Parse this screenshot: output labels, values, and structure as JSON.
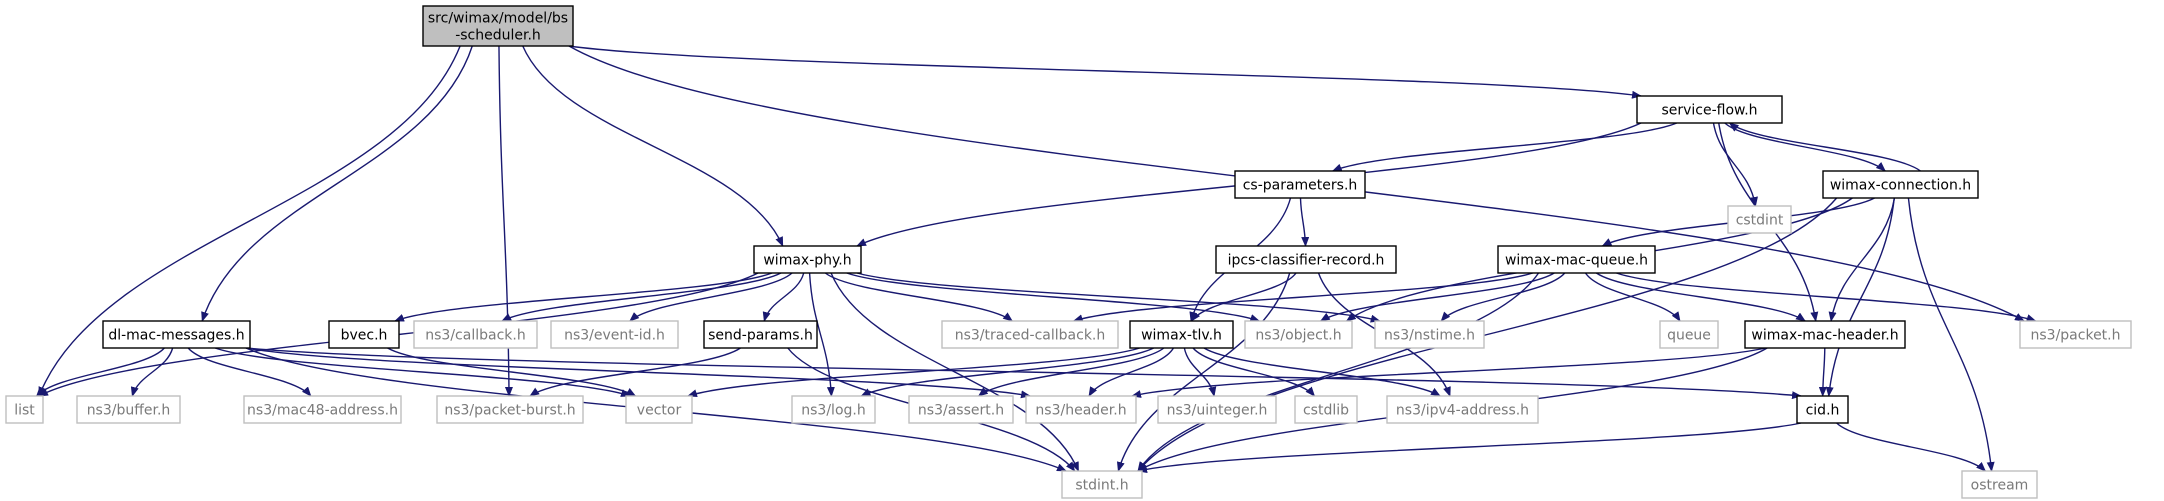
{
  "colors": {
    "edge": "#191970",
    "focus_fill": "#bfbfbf",
    "node_border": "#000000",
    "missing_border": "#bfbfbf"
  },
  "nodes": [
    {
      "id": "bs-scheduler",
      "lines": [
        "src/wimax/model/bs",
        "-scheduler.h"
      ],
      "kind": "focus"
    },
    {
      "id": "service-flow",
      "lines": [
        "service-flow.h"
      ],
      "kind": "normal"
    },
    {
      "id": "wimax-connection",
      "lines": [
        "wimax-connection.h"
      ],
      "kind": "normal"
    },
    {
      "id": "cs-parameters",
      "lines": [
        "cs-parameters.h"
      ],
      "kind": "normal"
    },
    {
      "id": "cstdint",
      "lines": [
        "cstdint"
      ],
      "kind": "missing"
    },
    {
      "id": "wimax-phy",
      "lines": [
        "wimax-phy.h"
      ],
      "kind": "normal"
    },
    {
      "id": "ipcs-classifier-record",
      "lines": [
        "ipcs-classifier-record.h"
      ],
      "kind": "normal"
    },
    {
      "id": "wimax-mac-queue",
      "lines": [
        "wimax-mac-queue.h"
      ],
      "kind": "normal"
    },
    {
      "id": "dl-mac-messages",
      "lines": [
        "dl-mac-messages.h"
      ],
      "kind": "normal"
    },
    {
      "id": "bvec",
      "lines": [
        "bvec.h"
      ],
      "kind": "normal"
    },
    {
      "id": "callback",
      "lines": [
        "ns3/callback.h"
      ],
      "kind": "missing"
    },
    {
      "id": "event-id",
      "lines": [
        "ns3/event-id.h"
      ],
      "kind": "missing"
    },
    {
      "id": "send-params",
      "lines": [
        "send-params.h"
      ],
      "kind": "normal"
    },
    {
      "id": "traced-callback",
      "lines": [
        "ns3/traced-callback.h"
      ],
      "kind": "missing"
    },
    {
      "id": "wimax-tlv",
      "lines": [
        "wimax-tlv.h"
      ],
      "kind": "normal"
    },
    {
      "id": "object",
      "lines": [
        "ns3/object.h"
      ],
      "kind": "missing"
    },
    {
      "id": "nstime",
      "lines": [
        "ns3/nstime.h"
      ],
      "kind": "missing"
    },
    {
      "id": "queue",
      "lines": [
        "queue"
      ],
      "kind": "missing"
    },
    {
      "id": "wimax-mac-header",
      "lines": [
        "wimax-mac-header.h"
      ],
      "kind": "normal"
    },
    {
      "id": "packet",
      "lines": [
        "ns3/packet.h"
      ],
      "kind": "missing"
    },
    {
      "id": "list",
      "lines": [
        "list"
      ],
      "kind": "missing"
    },
    {
      "id": "buffer",
      "lines": [
        "ns3/buffer.h"
      ],
      "kind": "missing"
    },
    {
      "id": "mac48-address",
      "lines": [
        "ns3/mac48-address.h"
      ],
      "kind": "missing"
    },
    {
      "id": "packet-burst",
      "lines": [
        "ns3/packet-burst.h"
      ],
      "kind": "missing"
    },
    {
      "id": "vector",
      "lines": [
        "vector"
      ],
      "kind": "missing"
    },
    {
      "id": "log",
      "lines": [
        "ns3/log.h"
      ],
      "kind": "missing"
    },
    {
      "id": "assert",
      "lines": [
        "ns3/assert.h"
      ],
      "kind": "missing"
    },
    {
      "id": "header",
      "lines": [
        "ns3/header.h"
      ],
      "kind": "missing"
    },
    {
      "id": "uinteger",
      "lines": [
        "ns3/uinteger.h"
      ],
      "kind": "missing"
    },
    {
      "id": "cstdlib",
      "lines": [
        "cstdlib"
      ],
      "kind": "missing"
    },
    {
      "id": "ipv4-address",
      "lines": [
        "ns3/ipv4-address.h"
      ],
      "kind": "missing"
    },
    {
      "id": "cid",
      "lines": [
        "cid.h"
      ],
      "kind": "normal"
    },
    {
      "id": "stdint",
      "lines": [
        "stdint.h"
      ],
      "kind": "missing"
    },
    {
      "id": "ostream",
      "lines": [
        "ostream"
      ],
      "kind": "missing"
    }
  ],
  "edges": [
    [
      "bs-scheduler",
      "service-flow"
    ],
    [
      "bs-scheduler",
      "list"
    ],
    [
      "bs-scheduler",
      "dl-mac-messages"
    ],
    [
      "bs-scheduler",
      "packet-burst"
    ],
    [
      "bs-scheduler",
      "wimax-phy"
    ],
    [
      "bs-scheduler",
      "packet"
    ],
    [
      "service-flow",
      "wimax-connection"
    ],
    [
      "service-flow",
      "cs-parameters"
    ],
    [
      "service-flow",
      "cstdint"
    ],
    [
      "service-flow",
      "wimax-phy"
    ],
    [
      "service-flow",
      "wimax-mac-header"
    ],
    [
      "wimax-connection",
      "service-flow"
    ],
    [
      "wimax-connection",
      "wimax-mac-queue"
    ],
    [
      "wimax-connection",
      "object"
    ],
    [
      "wimax-connection",
      "wimax-mac-header"
    ],
    [
      "wimax-connection",
      "cid"
    ],
    [
      "wimax-connection",
      "stdint"
    ],
    [
      "wimax-connection",
      "ostream"
    ],
    [
      "cs-parameters",
      "ipcs-classifier-record"
    ],
    [
      "cs-parameters",
      "wimax-tlv"
    ],
    [
      "ipcs-classifier-record",
      "wimax-tlv"
    ],
    [
      "ipcs-classifier-record",
      "ipv4-address"
    ],
    [
      "ipcs-classifier-record",
      "stdint"
    ],
    [
      "wimax-phy",
      "list"
    ],
    [
      "wimax-phy",
      "bvec"
    ],
    [
      "wimax-phy",
      "callback"
    ],
    [
      "wimax-phy",
      "event-id"
    ],
    [
      "wimax-phy",
      "send-params"
    ],
    [
      "wimax-phy",
      "traced-callback"
    ],
    [
      "wimax-phy",
      "object"
    ],
    [
      "wimax-phy",
      "nstime"
    ],
    [
      "wimax-phy",
      "log"
    ],
    [
      "wimax-phy",
      "stdint"
    ],
    [
      "wimax-mac-queue",
      "traced-callback"
    ],
    [
      "wimax-mac-queue",
      "object"
    ],
    [
      "wimax-mac-queue",
      "nstime"
    ],
    [
      "wimax-mac-queue",
      "queue"
    ],
    [
      "wimax-mac-queue",
      "wimax-mac-header"
    ],
    [
      "wimax-mac-queue",
      "packet"
    ],
    [
      "wimax-mac-queue",
      "stdint"
    ],
    [
      "dl-mac-messages",
      "list"
    ],
    [
      "dl-mac-messages",
      "buffer"
    ],
    [
      "dl-mac-messages",
      "mac48-address"
    ],
    [
      "dl-mac-messages",
      "vector"
    ],
    [
      "dl-mac-messages",
      "header"
    ],
    [
      "dl-mac-messages",
      "cid"
    ],
    [
      "dl-mac-messages",
      "stdint"
    ],
    [
      "bvec",
      "vector"
    ],
    [
      "send-params",
      "packet-burst"
    ],
    [
      "send-params",
      "stdint"
    ],
    [
      "wimax-tlv",
      "vector"
    ],
    [
      "wimax-tlv",
      "log"
    ],
    [
      "wimax-tlv",
      "assert"
    ],
    [
      "wimax-tlv",
      "header"
    ],
    [
      "wimax-tlv",
      "uinteger"
    ],
    [
      "wimax-tlv",
      "cstdlib"
    ],
    [
      "wimax-tlv",
      "ipv4-address"
    ],
    [
      "wimax-mac-header",
      "header"
    ],
    [
      "wimax-mac-header",
      "cid"
    ],
    [
      "wimax-mac-header",
      "stdint"
    ],
    [
      "cid",
      "stdint"
    ],
    [
      "cid",
      "ostream"
    ]
  ]
}
